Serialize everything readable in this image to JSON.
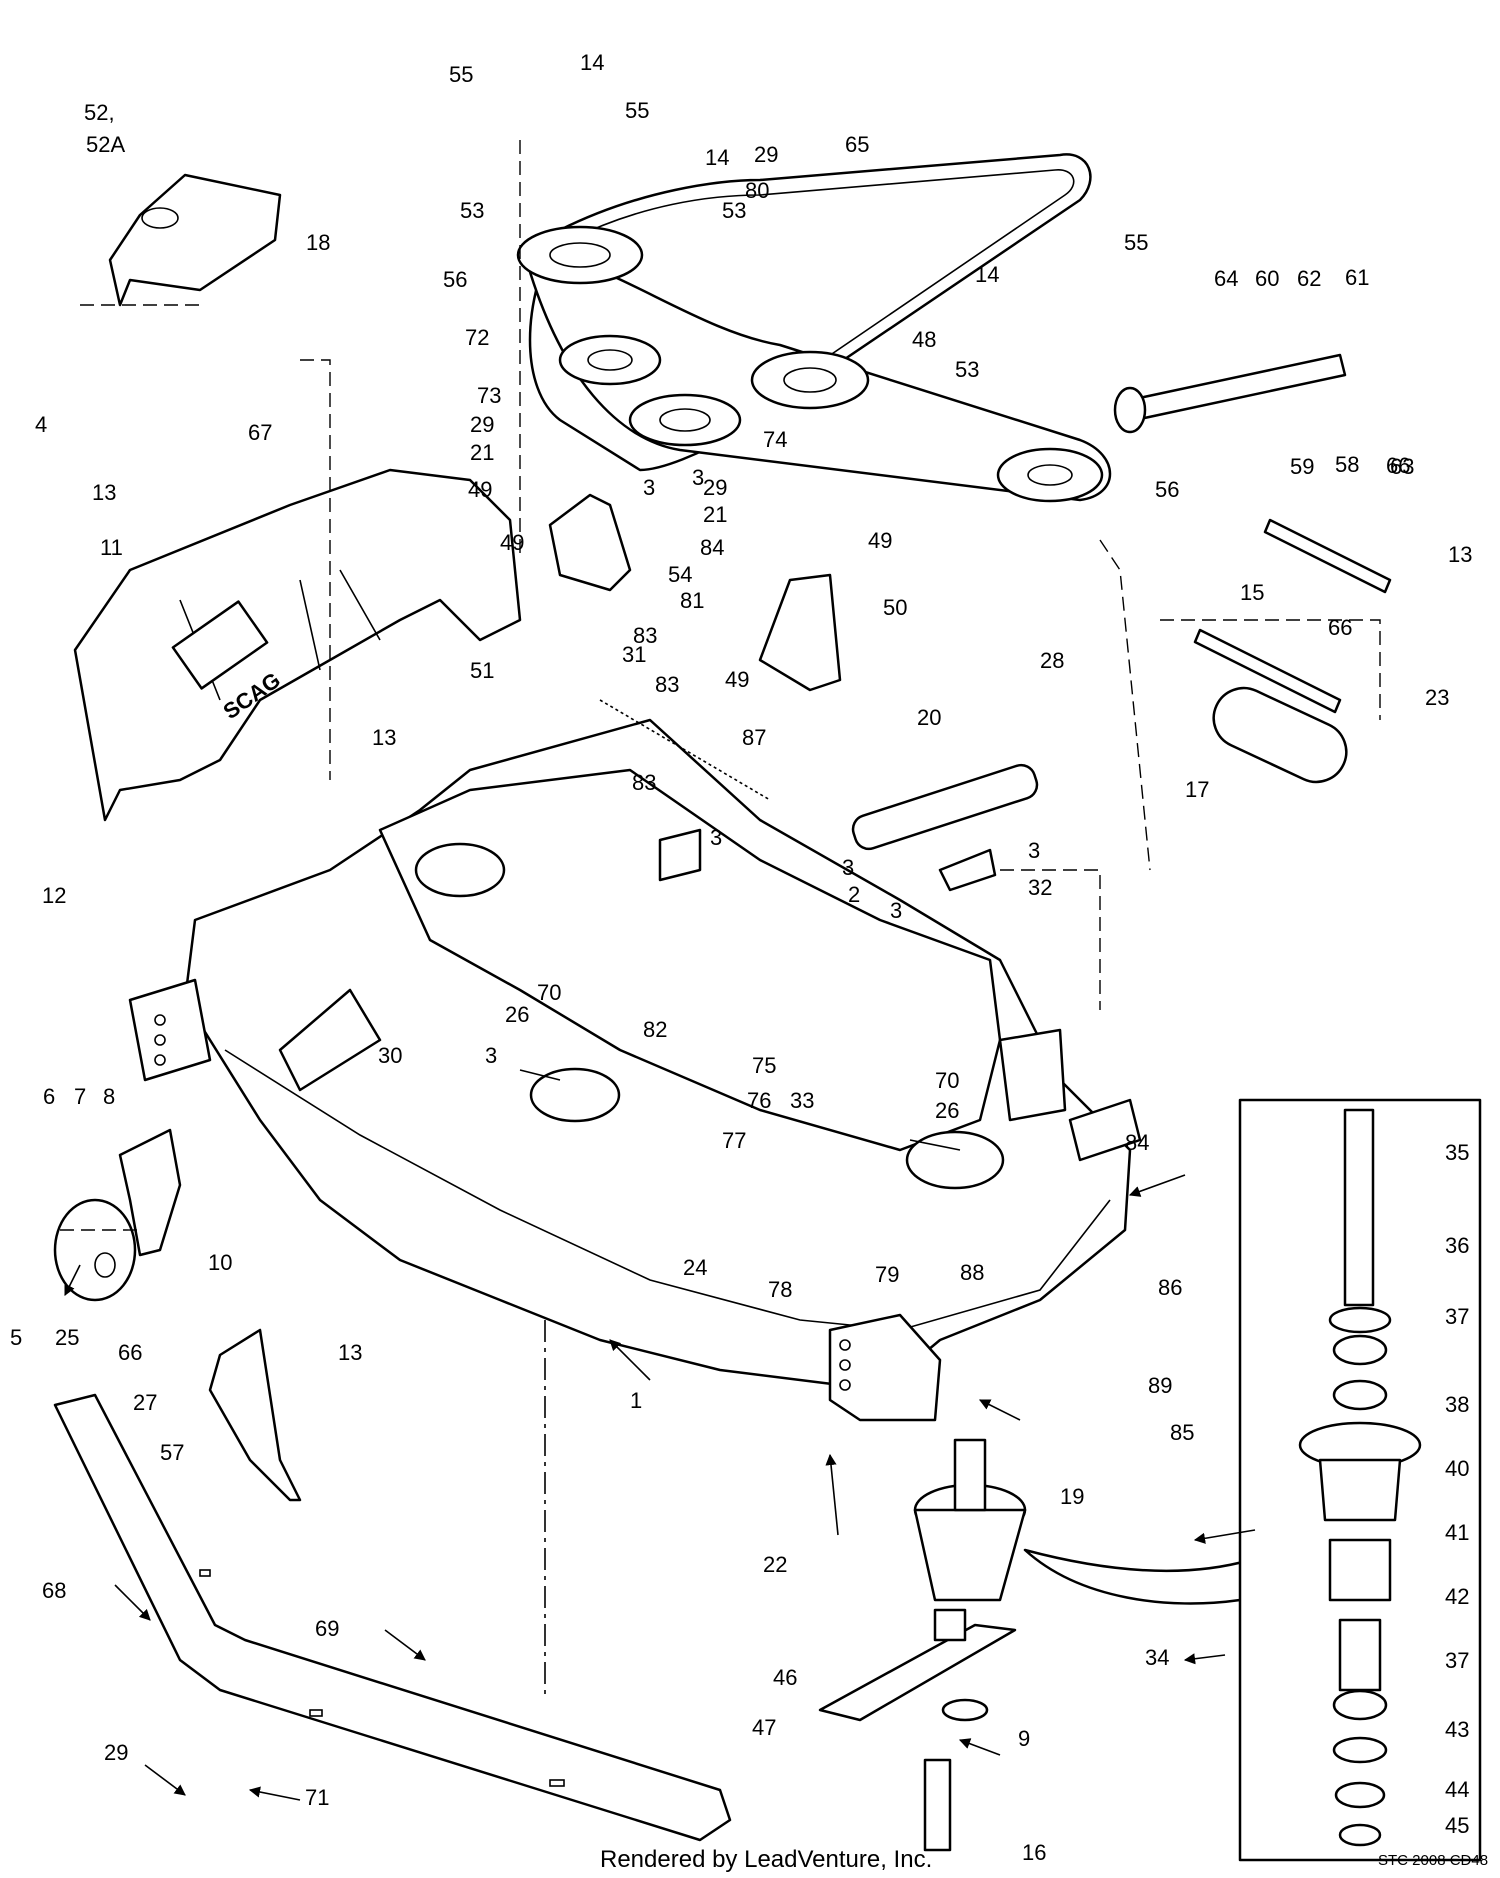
{
  "credit": "Rendered by LeadVenture, Inc.",
  "drawing_code": "STC 2008 CD48",
  "brand_mark": "SCAG",
  "callouts": [
    {
      "id": "c1",
      "label": "1"
    },
    {
      "id": "c2",
      "label": "2"
    },
    {
      "id": "c3a",
      "label": "3"
    },
    {
      "id": "c3b",
      "label": "3"
    },
    {
      "id": "c3c",
      "label": "3"
    },
    {
      "id": "c3d",
      "label": "3"
    },
    {
      "id": "c3e",
      "label": "3"
    },
    {
      "id": "c3f",
      "label": "3"
    },
    {
      "id": "c3g",
      "label": "3"
    },
    {
      "id": "c4",
      "label": "4"
    },
    {
      "id": "c5",
      "label": "5"
    },
    {
      "id": "c6",
      "label": "6"
    },
    {
      "id": "c7",
      "label": "7"
    },
    {
      "id": "c8",
      "label": "8"
    },
    {
      "id": "c9",
      "label": "9"
    },
    {
      "id": "c10",
      "label": "10"
    },
    {
      "id": "c11",
      "label": "11"
    },
    {
      "id": "c12",
      "label": "12"
    },
    {
      "id": "c13a",
      "label": "13"
    },
    {
      "id": "c13b",
      "label": "13"
    },
    {
      "id": "c13c",
      "label": "13"
    },
    {
      "id": "c13d",
      "label": "13"
    },
    {
      "id": "c14a",
      "label": "14"
    },
    {
      "id": "c14b",
      "label": "14"
    },
    {
      "id": "c14c",
      "label": "14"
    },
    {
      "id": "c15",
      "label": "15"
    },
    {
      "id": "c16",
      "label": "16"
    },
    {
      "id": "c17",
      "label": "17"
    },
    {
      "id": "c18",
      "label": "18"
    },
    {
      "id": "c19",
      "label": "19"
    },
    {
      "id": "c20",
      "label": "20"
    },
    {
      "id": "c21a",
      "label": "21"
    },
    {
      "id": "c21b",
      "label": "21"
    },
    {
      "id": "c22",
      "label": "22"
    },
    {
      "id": "c23",
      "label": "23"
    },
    {
      "id": "c24",
      "label": "24"
    },
    {
      "id": "c25",
      "label": "25"
    },
    {
      "id": "c26a",
      "label": "26"
    },
    {
      "id": "c26b",
      "label": "26"
    },
    {
      "id": "c27",
      "label": "27"
    },
    {
      "id": "c28",
      "label": "28"
    },
    {
      "id": "c29a",
      "label": "29"
    },
    {
      "id": "c29b",
      "label": "29"
    },
    {
      "id": "c29c",
      "label": "29"
    },
    {
      "id": "c29d",
      "label": "29"
    },
    {
      "id": "c30",
      "label": "30"
    },
    {
      "id": "c31",
      "label": "31"
    },
    {
      "id": "c32",
      "label": "32"
    },
    {
      "id": "c33",
      "label": "33"
    },
    {
      "id": "c34",
      "label": "34"
    },
    {
      "id": "c35",
      "label": "35"
    },
    {
      "id": "c36",
      "label": "36"
    },
    {
      "id": "c37a",
      "label": "37"
    },
    {
      "id": "c37b",
      "label": "37"
    },
    {
      "id": "c38",
      "label": "38"
    },
    {
      "id": "c40",
      "label": "40"
    },
    {
      "id": "c41",
      "label": "41"
    },
    {
      "id": "c42",
      "label": "42"
    },
    {
      "id": "c43",
      "label": "43"
    },
    {
      "id": "c44",
      "label": "44"
    },
    {
      "id": "c45",
      "label": "45"
    },
    {
      "id": "c46",
      "label": "46"
    },
    {
      "id": "c47",
      "label": "47"
    },
    {
      "id": "c48",
      "label": "48"
    },
    {
      "id": "c49a",
      "label": "49"
    },
    {
      "id": "c49b",
      "label": "49"
    },
    {
      "id": "c49c",
      "label": "49"
    },
    {
      "id": "c49d",
      "label": "49"
    },
    {
      "id": "c50",
      "label": "50"
    },
    {
      "id": "c51",
      "label": "51"
    },
    {
      "id": "c52a",
      "label": "52,"
    },
    {
      "id": "c52b",
      "label": "52A"
    },
    {
      "id": "c53a",
      "label": "53"
    },
    {
      "id": "c53b",
      "label": "53"
    },
    {
      "id": "c53c",
      "label": "53"
    },
    {
      "id": "c54",
      "label": "54"
    },
    {
      "id": "c55a",
      "label": "55"
    },
    {
      "id": "c55b",
      "label": "55"
    },
    {
      "id": "c55c",
      "label": "55"
    },
    {
      "id": "c56a",
      "label": "56"
    },
    {
      "id": "c56b",
      "label": "56"
    },
    {
      "id": "c57",
      "label": "57"
    },
    {
      "id": "c58",
      "label": "58"
    },
    {
      "id": "c59",
      "label": "59"
    },
    {
      "id": "c60",
      "label": "60"
    },
    {
      "id": "c61",
      "label": "61"
    },
    {
      "id": "c62",
      "label": "62"
    },
    {
      "id": "c63",
      "label": "63"
    },
    {
      "id": "c64",
      "label": "64"
    },
    {
      "id": "c65",
      "label": "65"
    },
    {
      "id": "c66a",
      "label": "66"
    },
    {
      "id": "c66b",
      "label": "66"
    },
    {
      "id": "c66c",
      "label": "66"
    },
    {
      "id": "c67",
      "label": "67"
    },
    {
      "id": "c68",
      "label": "68"
    },
    {
      "id": "c69",
      "label": "69"
    },
    {
      "id": "c70a",
      "label": "70"
    },
    {
      "id": "c70b",
      "label": "70"
    },
    {
      "id": "c71",
      "label": "71"
    },
    {
      "id": "c72",
      "label": "72"
    },
    {
      "id": "c73",
      "label": "73"
    },
    {
      "id": "c74",
      "label": "74"
    },
    {
      "id": "c75",
      "label": "75"
    },
    {
      "id": "c76",
      "label": "76"
    },
    {
      "id": "c77",
      "label": "77"
    },
    {
      "id": "c78",
      "label": "78"
    },
    {
      "id": "c79",
      "label": "79"
    },
    {
      "id": "c80",
      "label": "80"
    },
    {
      "id": "c81",
      "label": "81"
    },
    {
      "id": "c82",
      "label": "82"
    },
    {
      "id": "c83a",
      "label": "83"
    },
    {
      "id": "c83b",
      "label": "83"
    },
    {
      "id": "c83c",
      "label": "83"
    },
    {
      "id": "c84a",
      "label": "84"
    },
    {
      "id": "c84b",
      "label": "84"
    },
    {
      "id": "c85",
      "label": "85"
    },
    {
      "id": "c86",
      "label": "86"
    },
    {
      "id": "c87",
      "label": "87"
    },
    {
      "id": "c88",
      "label": "88"
    },
    {
      "id": "c89",
      "label": "89"
    }
  ]
}
